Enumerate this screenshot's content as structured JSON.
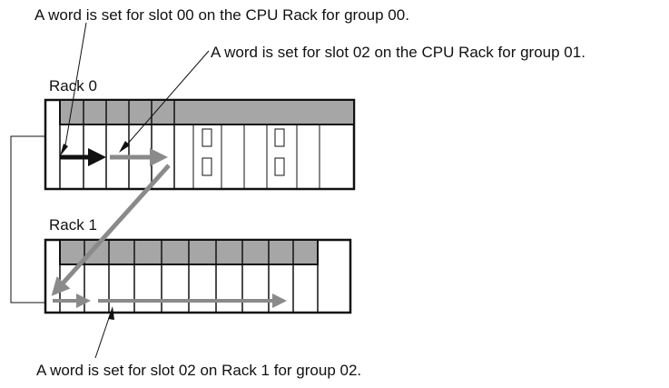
{
  "annotations": {
    "top_left": "A word is set for slot 00 on the CPU Rack for group 00.",
    "top_right": "A word is set for slot 02 on the CPU Rack for group 01.",
    "bottom": "A word is set for slot 02 on Rack 1 for group 02."
  },
  "racks": [
    {
      "label": "Rack 0"
    },
    {
      "label": "Rack 1"
    }
  ],
  "colors": {
    "unit_header": "#a6a6a6",
    "flow_arrow": "#8a8a8a",
    "first_arrow": "#111111",
    "outline": "#111111"
  }
}
